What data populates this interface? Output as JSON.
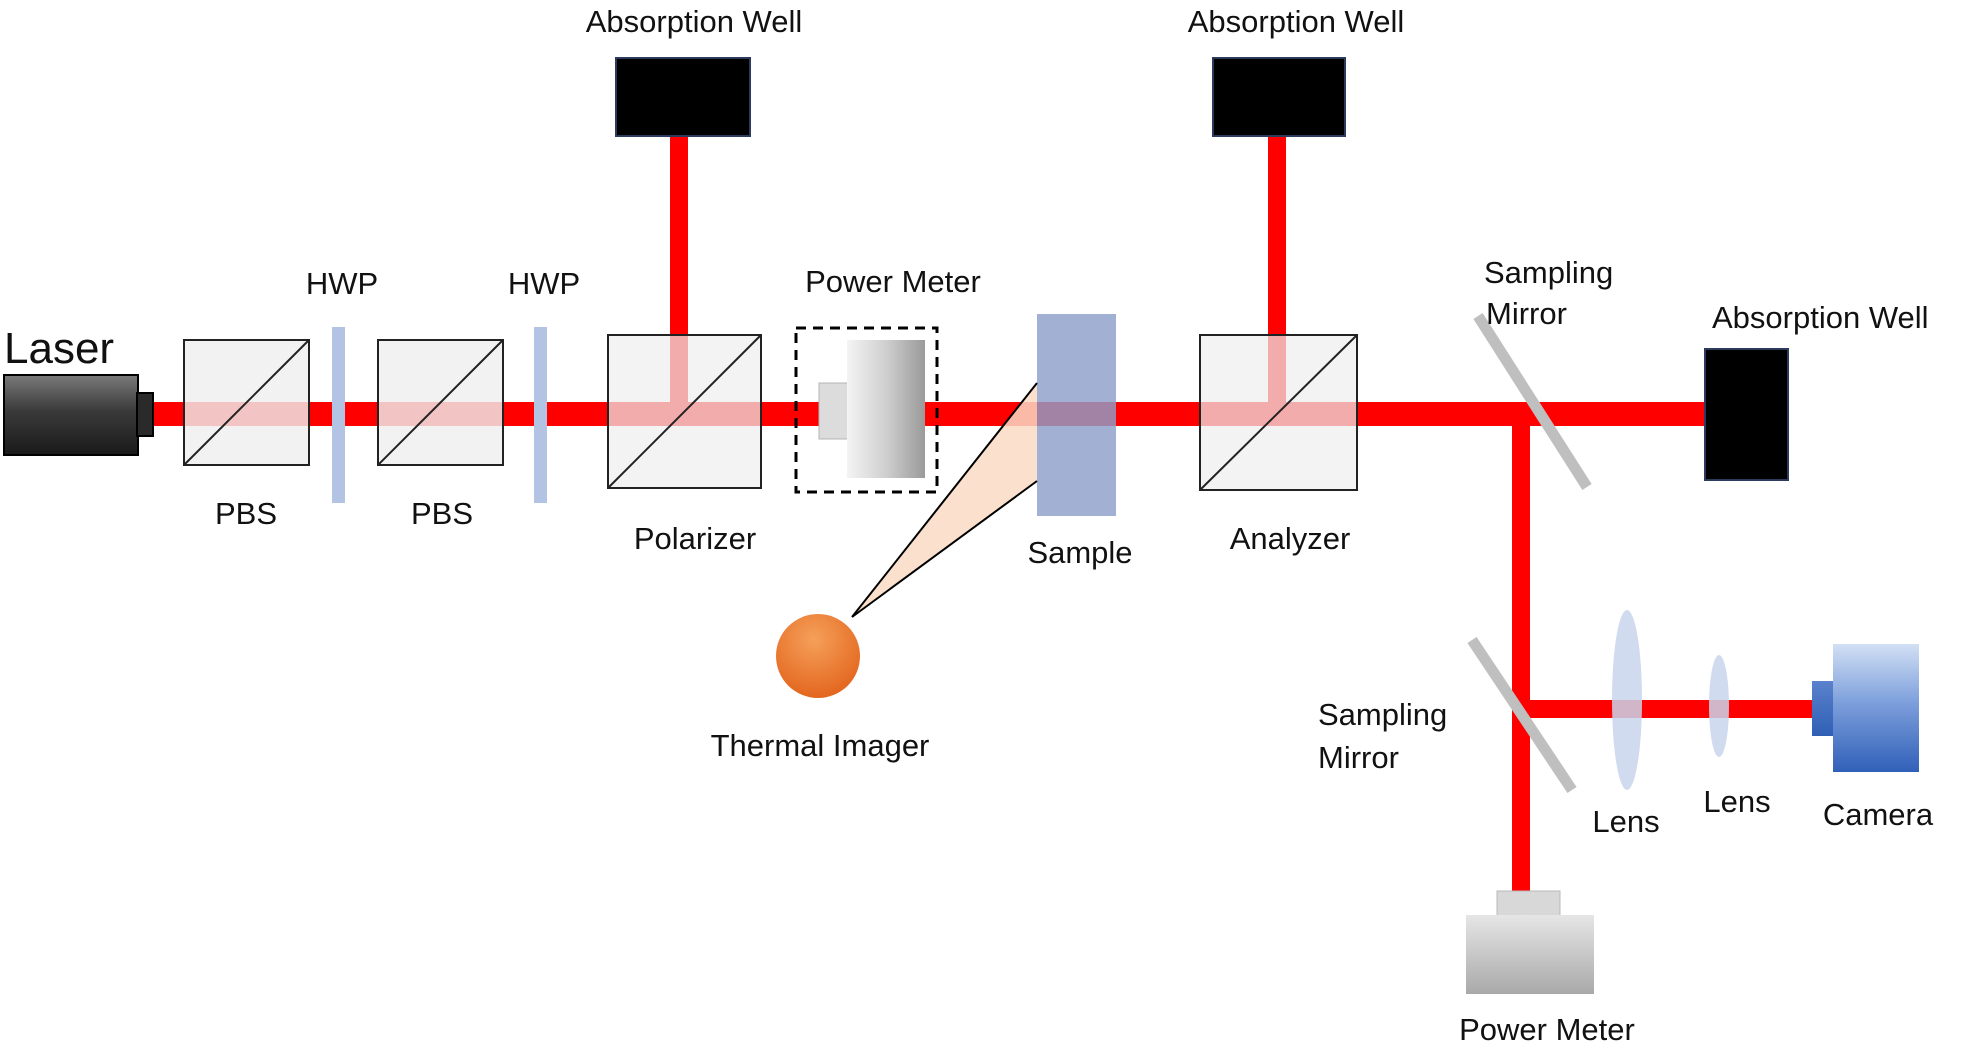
{
  "labels": {
    "laser": "Laser",
    "hwp_1": "HWP",
    "hwp_2": "HWP",
    "pbs_1": "PBS",
    "pbs_2": "PBS",
    "polarizer": "Polarizer",
    "power_meter_top": "Power Meter",
    "absorption_well_1": "Absorption Well",
    "absorption_well_2": "Absorption Well",
    "absorption_well_3": "Absorption Well",
    "sample": "Sample",
    "analyzer": "Analyzer",
    "thermal_imager": "Thermal Imager",
    "sampling_mirror_1_line1": "Sampling",
    "sampling_mirror_1_line2": "Mirror",
    "sampling_mirror_2_line1": "Sampling",
    "sampling_mirror_2_line2": "Mirror",
    "lens_1": "Lens",
    "lens_2": "Lens",
    "camera": "Camera",
    "power_meter_bottom": "Power Meter"
  },
  "colors": {
    "beam": "#ff0000",
    "cube_fill": "#efefef",
    "well_fill": "#000000",
    "well_border": "#2c3a5c",
    "waveplate": "#b3c3e3",
    "sample": "#8e9fc9",
    "lens": "#c9d5ec",
    "thermal_imager": "#e8691a",
    "camera": "#4a74c4"
  }
}
